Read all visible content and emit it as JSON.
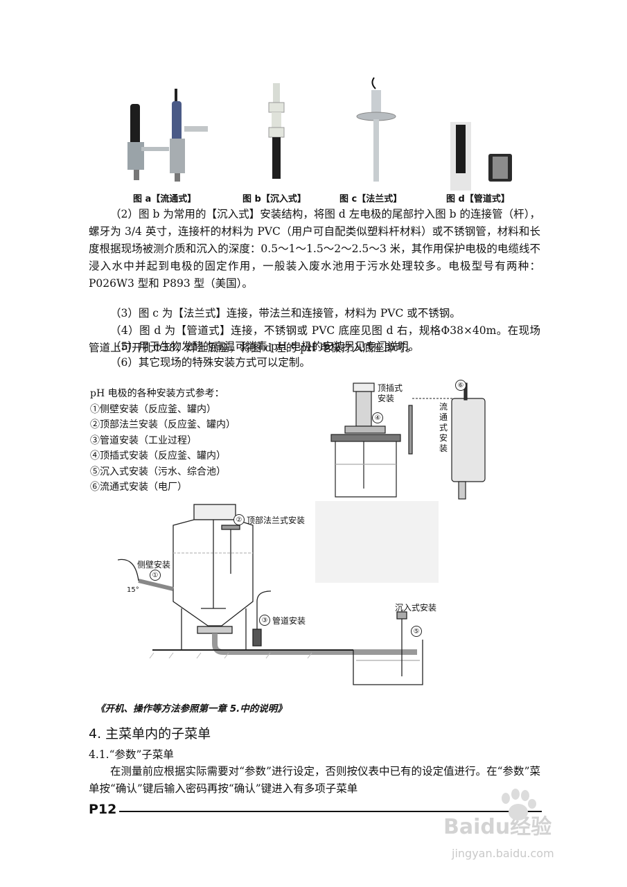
{
  "photos": {
    "captions": [
      "图 a【流通式】",
      "图 b【沉入式】",
      "图 c【法兰式】",
      "图 d【管道式】"
    ]
  },
  "paragraphs": [
    "（2）图 b 为常用的【沉入式】安装结构，将图 d 左电极的尾部拧入图 b 的连接管（杆），螺牙为 3/4 英寸，连接杆的材料为 PVC（用户可自配类似塑料杆材料）或不锈钢管，材料和长度根据现场被测介质和沉入的深度：0.5～1～1.5～2～2.5～3 米，其作用保护电极的电缆线不浸入水中并起到电极的固定作用，一般装入废水池用于污水处理较多。电极型号有两种：P026W3 型和 P893 型（美国）。",
    "（3）图 c 为【法兰式】连接，带法兰和连接管，材料为 PVC 或不锈钢。",
    "（4）图 d 为【管道式】连接，不锈钢或 PVC 底座见图 d 右，规格Φ38×40m。在现场管道上可开孔Φ38，焊上底座，将图 d 左的 pH 电极拧入底座即可。",
    "（5）用于生物发酵的高温可消毒 pH 电极的安装另见专门说明。",
    "（6）其它现场的特殊安装方式可以定制。"
  ],
  "install_list": {
    "title": "pH 电极的各种安装方式参考：",
    "items": [
      "①侧壁安装（反应釜、罐内）",
      "②顶部法兰安装（反应釜、罐内）",
      "③管道安装（工业过程）",
      "④顶插式安装（反应釜、罐内）",
      "⑤沉入式安装（污水、综合池）",
      "⑥流通式安装（电厂）"
    ]
  },
  "diagram_labels": {
    "top_insert": [
      "顶插式",
      "安装"
    ],
    "flow_through": [
      "流",
      "通",
      "式",
      "安",
      "装"
    ],
    "top_flange": "顶部法兰式安装",
    "side_wall": "侧壁安装",
    "pipe": "管道安装",
    "submerged": "沉入式安装",
    "angle": "15°",
    "n1": "①",
    "n2": "②",
    "n3": "③",
    "n4": "④",
    "n5": "⑤",
    "n6": "⑥"
  },
  "note": "《开机、操作等方法参照第一章 5.中的说明》",
  "section": {
    "heading": "4. 主菜单内的子菜单",
    "sub_heading": "4.1.“参数”子菜单",
    "body": "在测量前应根据实际需要对“参数”进行设定，否则按仪表中已有的设定值进行。在“参数”菜单按“确认”键后输入密码再按“确认”键进入有多项子菜单"
  },
  "footer": {
    "page": "P12"
  },
  "watermark": {
    "brand": "Baidu经验",
    "url": "jingyan.baidu.com"
  }
}
